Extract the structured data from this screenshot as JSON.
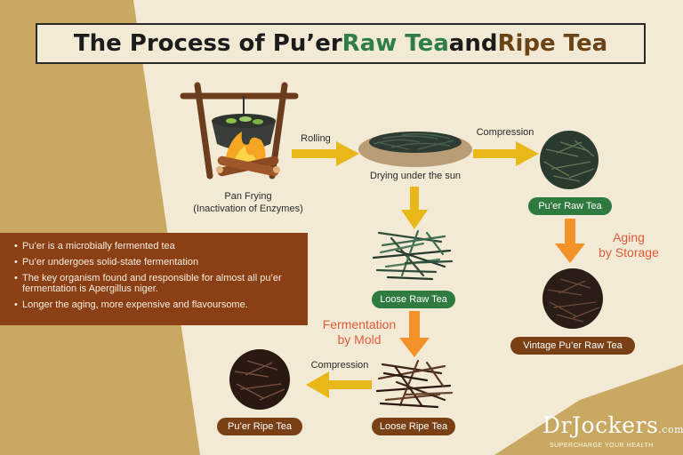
{
  "title": {
    "part1": "The Process of Pu’er ",
    "raw": "Raw Tea",
    "and": " and ",
    "ripe": "Ripe Tea"
  },
  "steps": {
    "pan_frying": "Pan Frying",
    "pan_frying_sub": "(Inactivation of Enzymes)",
    "rolling": "Rolling",
    "drying": "Drying under the sun",
    "compression_top": "Compression",
    "compression_bottom": "Compression",
    "aging_line1": "Aging",
    "aging_line2": "by Storage",
    "fermentation_line1": "Fermentation",
    "fermentation_line2": "by Mold"
  },
  "products": {
    "puer_raw": "Pu’er Raw Tea",
    "loose_raw": "Loose Raw Tea",
    "vintage_raw": "Vintage Pu’er Raw Tea",
    "loose_ripe": "Loose Ripe Tea",
    "puer_ripe": "Pu’er Ripe Tea"
  },
  "facts": [
    "Pu’er is a microbially fermented tea",
    "Pu’er undergoes solid-state fermentation",
    "The key organism found and responsible for almost all pu’er fermentation is Apergillus niger.",
    "Longer the aging, more expensive and flavoursome."
  ],
  "logo": {
    "main": "DrJockers",
    "suffix": ".com",
    "tagline": "SUPERCHARGE YOUR HEALTH"
  },
  "colors": {
    "background": "#f3ead6",
    "sidebar_tan": "#c9a862",
    "arrow_yellow": "#e8b818",
    "arrow_orange": "#f39229",
    "green_pill": "#2f7a3f",
    "brown_pill": "#7a4015",
    "facts_box": "#8a3f15",
    "raw_accent": "#2e7d4a",
    "ripe_accent": "#6a4317"
  }
}
